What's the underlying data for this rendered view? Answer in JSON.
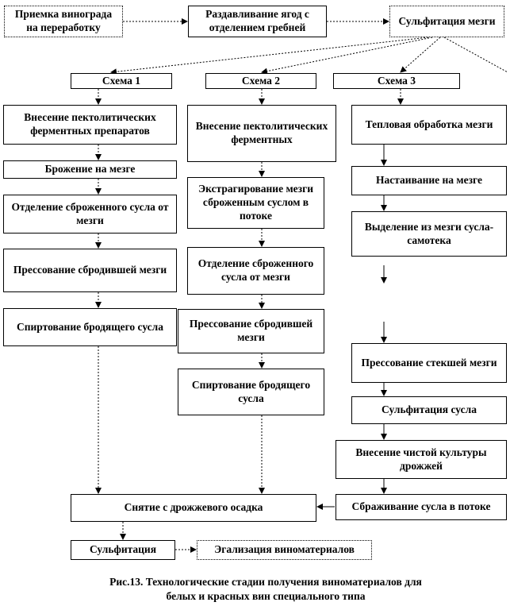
{
  "nodes": {
    "n_receive": "Приемка винограда на переработку",
    "n_crush": "Раздавливание ягод с отделением гребней",
    "n_sulf_mezga": "Сульфитация мезги",
    "s1": "Схема 1",
    "s2": "Схема 2",
    "s3": "Схема 3",
    "a1": "Внесение пектолитических ферментных препаратов",
    "a2": "Брожение на мезге",
    "a3": "Отделение сброженного сусла от мезги",
    "a4": "Прессование сбродившей мезги",
    "a5": "Спиртование бродящего сусла",
    "b1": "Внесение пектолитических ферментных",
    "b2": "Экстрагирование мезги сброженным суслом в потоке",
    "b3": "Отделение сброженного сусла от мезги",
    "b4": "Прессование сбродившей мезги",
    "b5": "Спиртование бродящего сусла",
    "c1": "Тепловая обработка мезги",
    "c2": "Настаивание на мезге",
    "c3": "Выделение из мезги сусла-самотека",
    "c4": "Прессование стекшей мезги",
    "c5": "Сульфитация сусла",
    "c6": "Внесение чистой культуры дрожжей",
    "c7": "Сбраживание сусла в потоке",
    "n_remove": "Снятие с дрожжевого осадка",
    "n_sulf": "Сульфитация",
    "n_egal": "Эгализация виноматериалов"
  },
  "caption": {
    "line1": "Рис.13. Технологические стадии получения виноматериалов для",
    "line2": "белых и красных вин специального типа"
  }
}
